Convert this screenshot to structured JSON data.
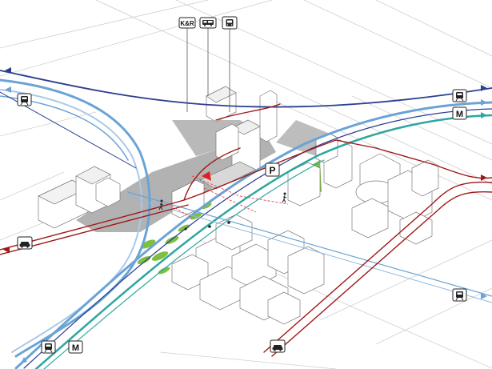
{
  "icon_labels": {
    "kiss_and_ride": "K&R",
    "parking": "P",
    "metro": "M"
  },
  "colors": {
    "rail_dark_blue": "#2a3f8f",
    "rail_light_blue": "#6aa3d6",
    "metro_teal": "#2fa6a0",
    "road_red": "#a01818",
    "green_space": "#7fbf3f",
    "plaza_grey": "#9a9a9a",
    "station_marker": "#e02020"
  },
  "icons": [
    "kiss-and-ride-icon",
    "bus-icon",
    "tram-icon",
    "train-icon",
    "metro-icon",
    "car-icon",
    "parking-icon",
    "pedestrian-icon",
    "station-marker-icon"
  ]
}
